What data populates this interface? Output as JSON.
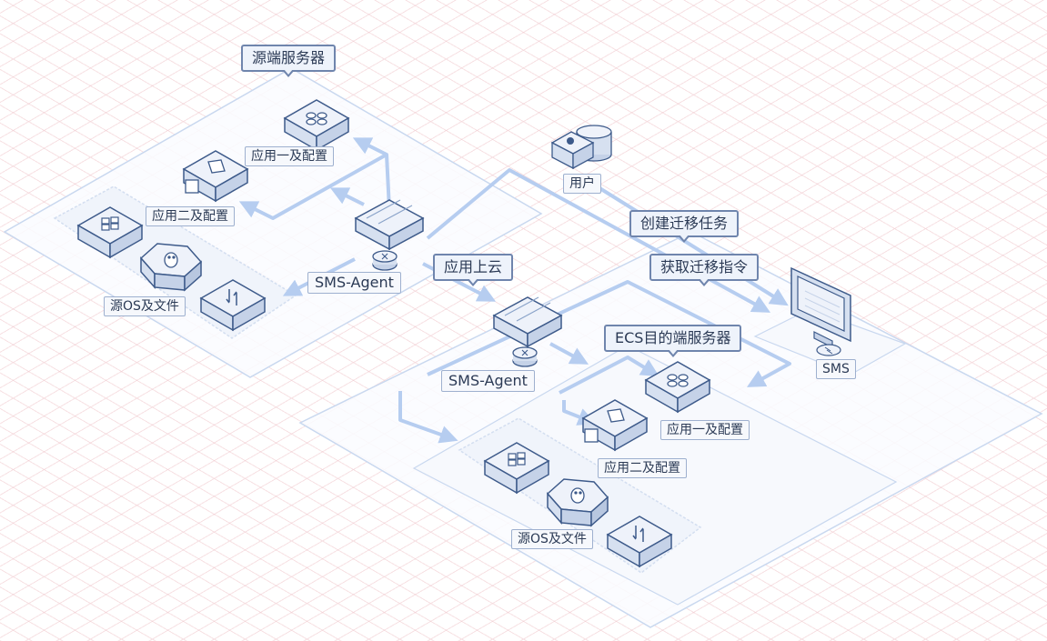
{
  "callouts": {
    "source_server": "源端服务器",
    "create_task": "创建迁移任务",
    "get_command": "获取迁移指令",
    "app_to_cloud": "应用上云",
    "ecs_target": "ECS目的端服务器"
  },
  "labels": {
    "src_app1": "应用一及配置",
    "src_app2": "应用二及配置",
    "src_os": "源OS及文件",
    "src_agent": "SMS-Agent",
    "user": "用户",
    "sms": "SMS",
    "dst_agent": "SMS-Agent",
    "dst_app1": "应用一及配置",
    "dst_app2": "应用二及配置",
    "dst_os": "源OS及文件"
  },
  "colors": {
    "arrow": "#b6cdf0",
    "outline": "#3d5a8a",
    "panel_stroke": "#c9d8ef",
    "box_top": "#eef2fa",
    "box_stripe": "#8aa3c9"
  },
  "icons": [
    "app-icon",
    "folder-icon",
    "windows-icon",
    "linux-icon",
    "transfer-icon",
    "agent-icon",
    "router-icon",
    "user-icon",
    "database-icon",
    "monitor-icon"
  ]
}
